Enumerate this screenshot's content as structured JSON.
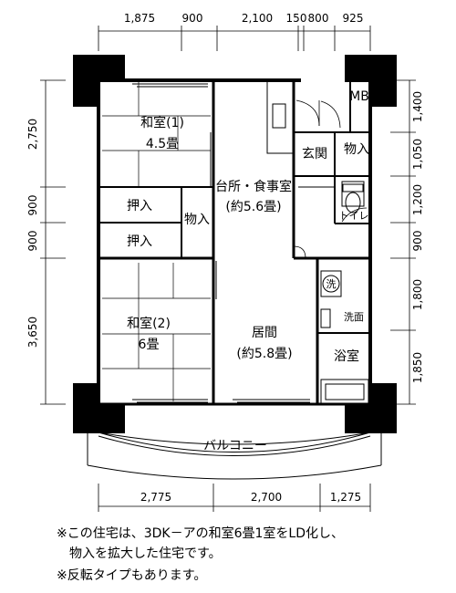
{
  "dimensions": {
    "top": [
      "1,875",
      "900",
      "2,100",
      "150",
      "800",
      "925"
    ],
    "left": [
      "2,750",
      "900",
      "900",
      "3,650"
    ],
    "right": [
      "1,400",
      "1,050",
      "1,200",
      "900",
      "1,800",
      "1,850"
    ],
    "bottom": [
      "2,775",
      "2,700",
      "1,275"
    ]
  },
  "rooms": {
    "washitsu1_name": "和室(1)",
    "washitsu1_size": "4.5畳",
    "oshiire_top": "押入",
    "oshiire_bottom": "押入",
    "monoire_mid": "物入",
    "daidokoro_name": "台所・食事室",
    "daidokoro_size": "(約5.6畳)",
    "genkan": "玄関",
    "monoire_right": "物入",
    "mb": "MB",
    "toilet": "トイレ",
    "sen": "洗",
    "senmen": "洗面",
    "yokushitsu": "浴室",
    "washitsu2_name": "和室(2)",
    "washitsu2_size": "6畳",
    "ima_name": "居間",
    "ima_size": "(約5.8畳)",
    "balcony": "バルコニー"
  },
  "notes": [
    "※この住宅は、3DK－アの和室6畳1室をLD化し、",
    "　物入を拡大した住宅です。",
    "※反転タイプもあります。"
  ]
}
